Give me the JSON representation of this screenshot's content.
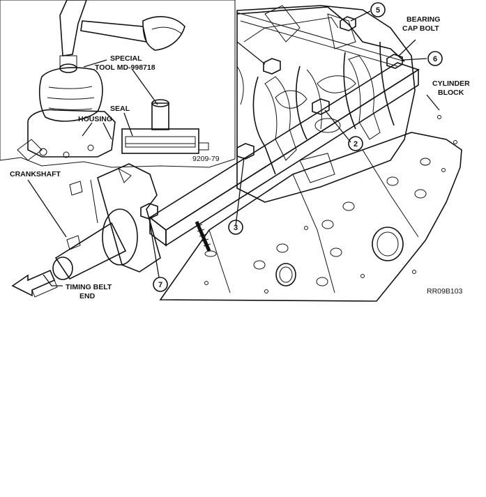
{
  "labels": {
    "special_tool_1": "SPECIAL",
    "special_tool_2": "TOOL MD-998718",
    "seal": "SEAL",
    "housing": "HOUSING",
    "inset_ref": "9209-79",
    "bearing_cap_bolt_1": "BEARING",
    "bearing_cap_bolt_2": "CAP BOLT",
    "cylinder_block_1": "CYLINDER",
    "cylinder_block_2": "BLOCK",
    "crankshaft": "CRANKSHAFT",
    "timing_belt_1": "TIMING BELT",
    "timing_belt_2": "END",
    "figure_id": "RR09B103"
  },
  "callouts": {
    "c2": "2",
    "c3": "3",
    "c5": "5",
    "c6": "6",
    "c7": "7"
  }
}
